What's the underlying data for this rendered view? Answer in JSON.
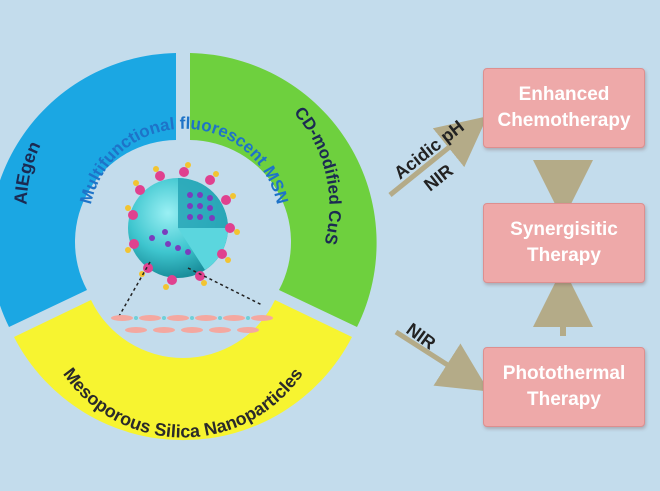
{
  "ring": {
    "aiegen": "AIEgen",
    "cd_cus": "CD-modified CuS",
    "msn": "Mesoporous Silica Nanoparticles",
    "center": "Multifunctional fluorescent MSN"
  },
  "arrows": {
    "acidic_ph": "Acidic pH",
    "nir_top": "NIR",
    "nir_bottom": "NIR"
  },
  "boxes": {
    "enhanced_line1": "Enhanced",
    "enhanced_line2": "Chemotherapy",
    "synergistic_line1": "Synergisitic",
    "synergistic_line2": "Therapy",
    "photothermal_line1": "Photothermal",
    "photothermal_line2": "Therapy"
  },
  "colors": {
    "background": "#c3dcec",
    "aiegen": "#1ba7e3",
    "cd_cus": "#6ed03e",
    "msn": "#f7f430",
    "box": "#eea9a9",
    "arrow": "#b4ab88",
    "sphere": "#3fc6cf"
  }
}
